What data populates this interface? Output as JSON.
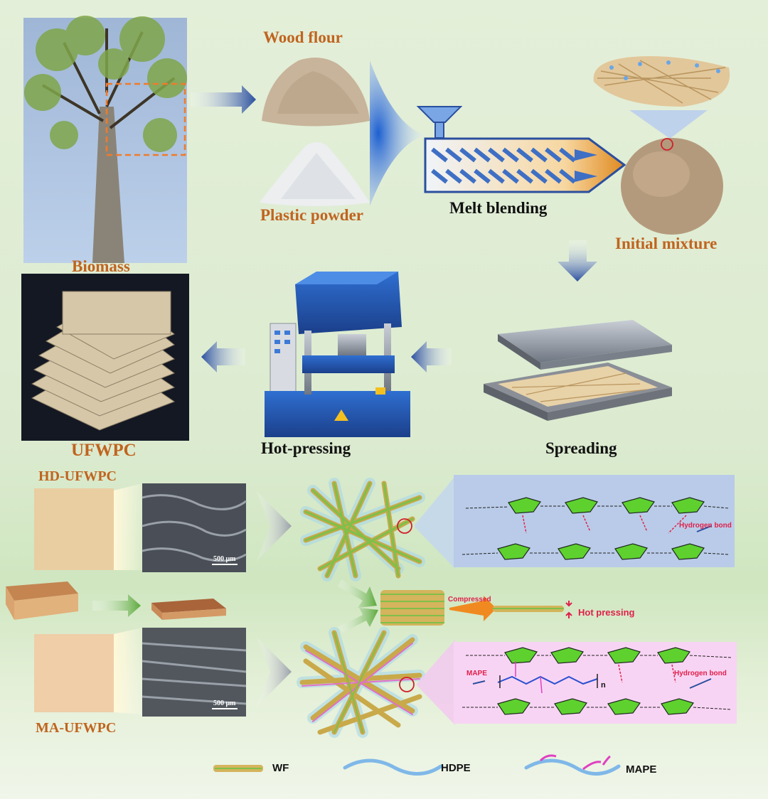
{
  "process": {
    "wood_flour": "Wood flour",
    "plastic_powder": "Plastic powder",
    "melt_blending": "Melt blending",
    "initial_mixture": "Initial mixture",
    "biomass": "Biomass",
    "spreading": "Spreading",
    "hot_pressing": "Hot-pressing",
    "ufwpc": "UFWPC"
  },
  "composites": {
    "hd_label": "HD-UFWPC",
    "ma_label": "MA-UFWPC",
    "scale_bar_top": "500 μm",
    "scale_bar_bottom": "500 μm",
    "compressed": "Compressed",
    "hot_pressing_note": "Hot pressing",
    "hydrogen_bond_top": "Hydrogen bond",
    "hydrogen_bond_bottom": "Hydrogen bond",
    "mape_chain_label": "MAPE",
    "subscript_n": "n"
  },
  "legend": {
    "wf": "WF",
    "hdpe": "HDPE",
    "mape": "MAPE"
  },
  "colors": {
    "label_orange": "#c0641f",
    "arrow_blue": "#2a4f9e",
    "arrow_green": "#5aa83a",
    "sugar_green": "#5ed12e",
    "bond_red": "#e0204a",
    "mape_magenta": "#e040c0",
    "hdpe_blue": "#7fb8e8"
  }
}
